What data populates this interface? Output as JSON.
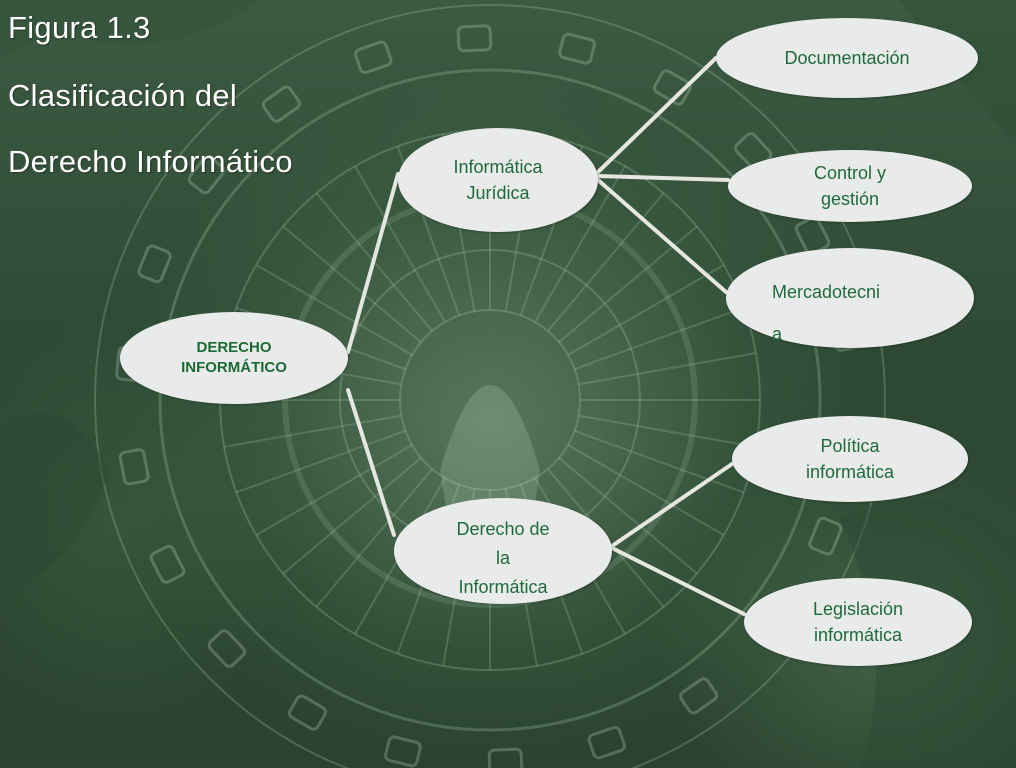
{
  "title": {
    "line1": "Figura 1.3",
    "line2": "Clasificación  del",
    "line3": "Derecho  Informático"
  },
  "diagram": {
    "root": {
      "line1": "DERECHO",
      "line2": "INFORMÁTICO"
    },
    "branches": [
      {
        "label": "Informática Jurídica",
        "lines": [
          "Informática",
          "Jurídica"
        ],
        "children": [
          {
            "lines": [
              "Documentación"
            ]
          },
          {
            "lines": [
              "Control y",
              "gestión"
            ]
          },
          {
            "lines": [
              "Mercadotecni",
              "a"
            ]
          }
        ]
      },
      {
        "label": "Derecho de la Informática",
        "lines": [
          "Derecho de",
          "la",
          "Informática"
        ],
        "children": [
          {
            "lines": [
              "Política",
              "informática"
            ]
          },
          {
            "lines": [
              "Legislación",
              "informática"
            ]
          }
        ]
      }
    ]
  },
  "colors": {
    "node_fill": "#e9ebea",
    "node_text": "#1f6a3c",
    "connector": "#e6e6e0",
    "title_text": "#ffffff"
  }
}
